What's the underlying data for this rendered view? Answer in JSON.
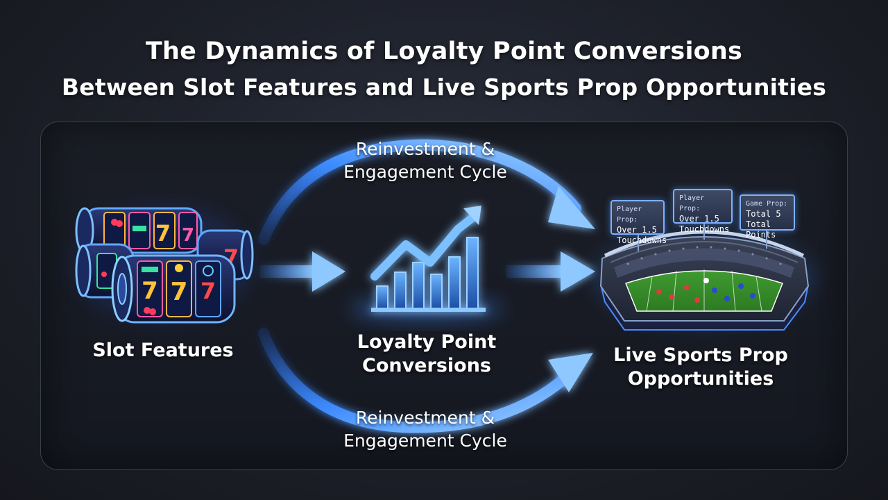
{
  "title": {
    "line1": "The Dynamics of Loyalty Point Conversions",
    "line2": "Between Slot Features and Live Sports Prop Opportunities"
  },
  "nodes": {
    "slot_label": "Slot Features",
    "loyalty_label_1": "Loyalty Point",
    "loyalty_label_2": "Conversions",
    "sports_label_1": "Live Sports Prop",
    "sports_label_2": "Opportunities"
  },
  "cycles": {
    "top_line1": "Reinvestment &",
    "top_line2": "Engagement Cycle",
    "bottom_line1": "Reinvestment &",
    "bottom_line2": "Engagement Cycle"
  },
  "signs": [
    {
      "title": "Player Prop:",
      "line1": "Over 1.5",
      "line2": "Touchdowns"
    },
    {
      "title": "Player Prop:",
      "line1": "Over 1.5",
      "line2": "Touchdowns"
    },
    {
      "title": "Game Prop:",
      "line1": "Total 5",
      "line2": "Total Points"
    }
  ],
  "slot_symbols": [
    "7",
    "7",
    "7"
  ],
  "colors": {
    "accent": "#3d8bff",
    "glow": "#69b4ff",
    "field": "#3f8f2e"
  },
  "icons": {
    "slot": "slot-reels-icon",
    "chart": "growth-chart-icon",
    "stadium": "stadium-icon"
  }
}
